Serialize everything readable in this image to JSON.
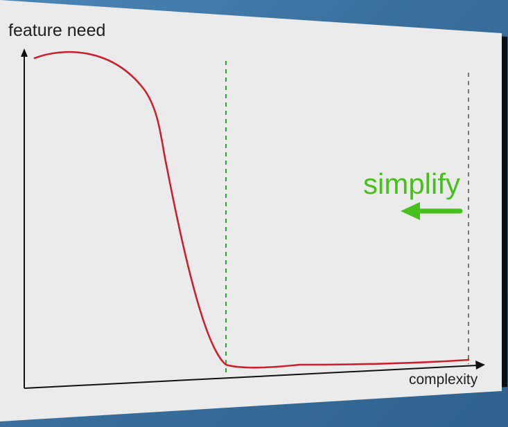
{
  "diagram": {
    "y_axis_label": "feature need",
    "x_axis_label": "complexity",
    "annotation": "simplify",
    "annotation_arrow": "left-arrow-icon"
  },
  "colors": {
    "background": "#3f76a4",
    "slide": "#ebebeb",
    "curve": "#c9222e",
    "green_dashed_line": "#28a82c",
    "gray_dashed_line": "#6b6b6b",
    "simplify": "#47c01e",
    "axes": "#111111"
  }
}
